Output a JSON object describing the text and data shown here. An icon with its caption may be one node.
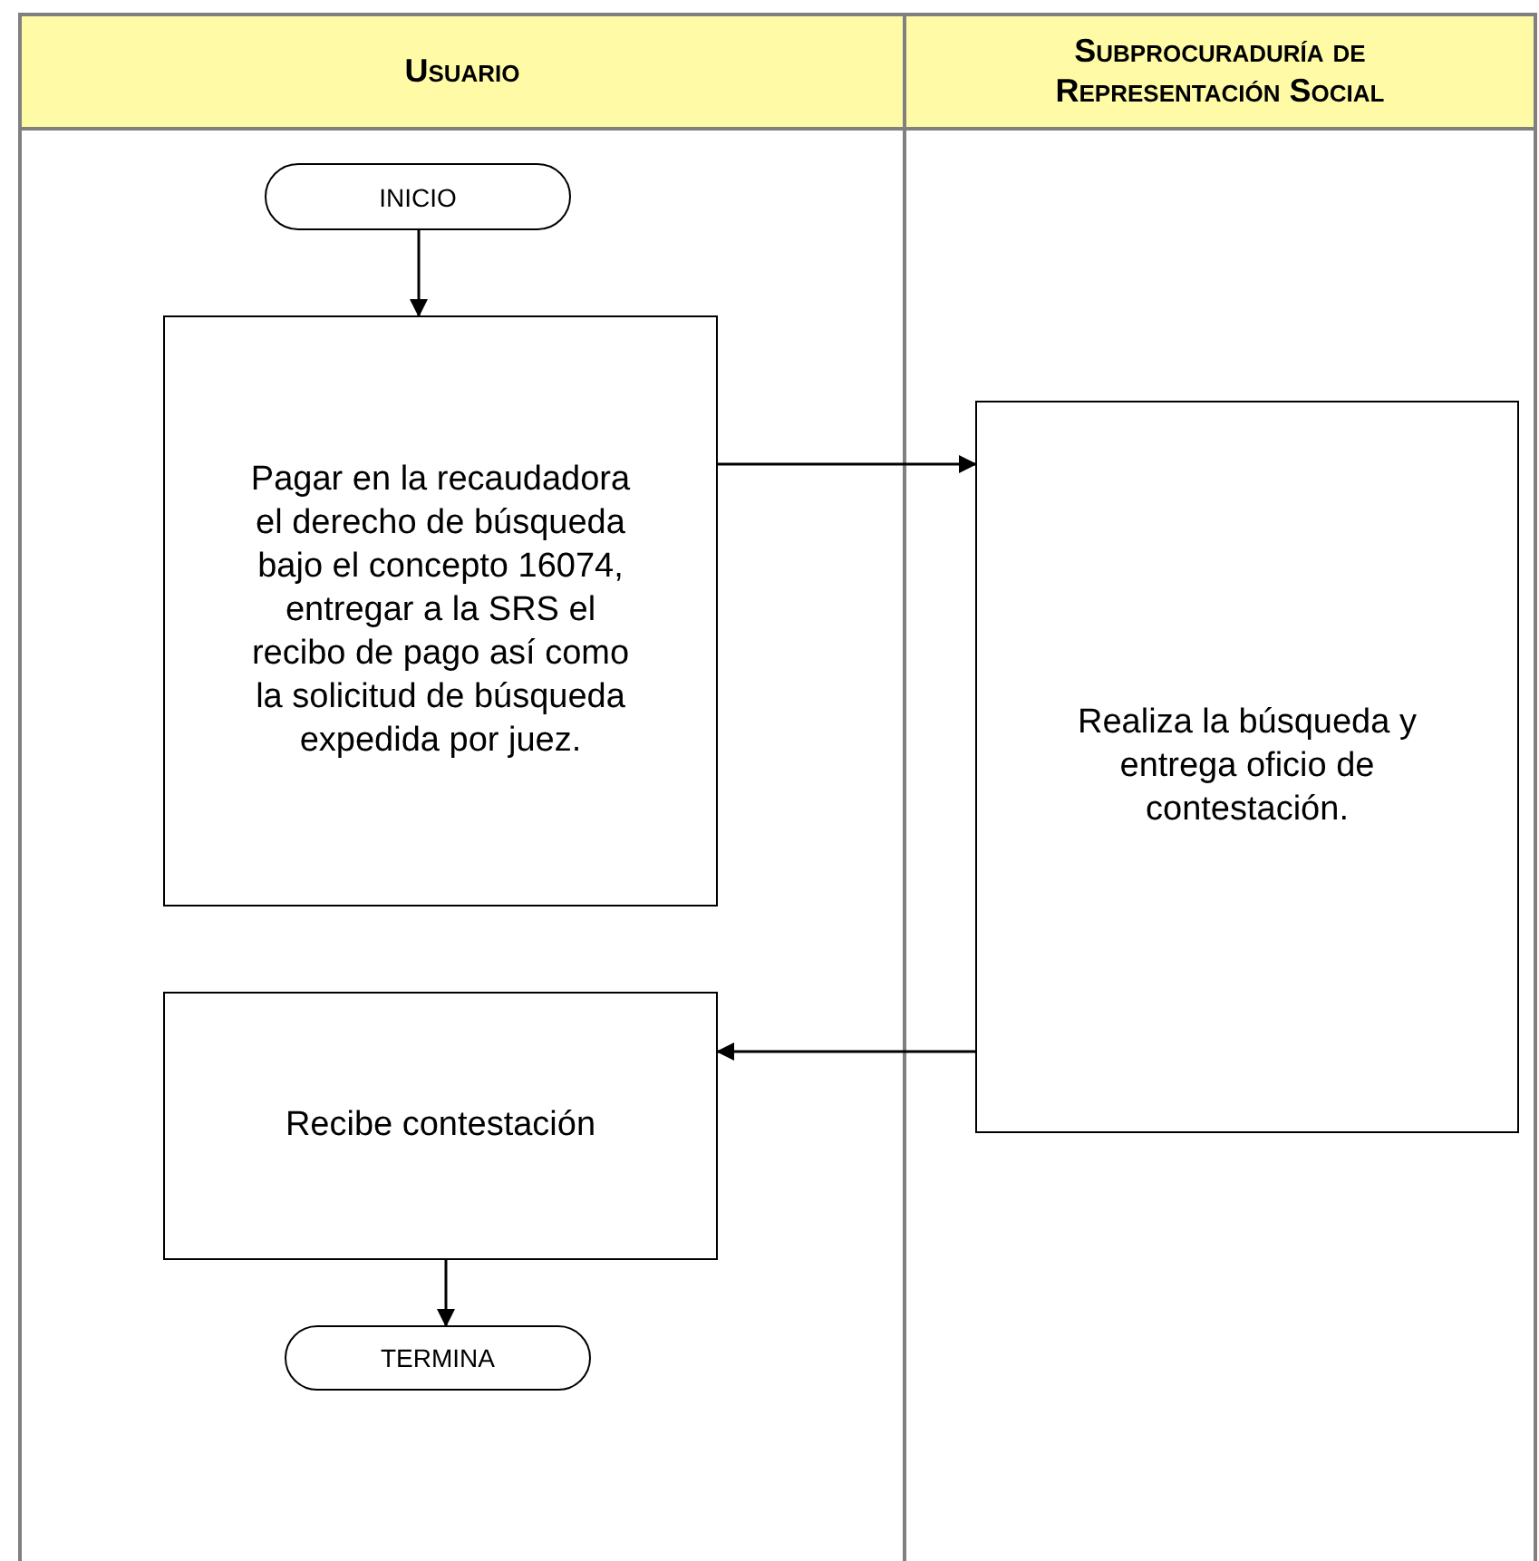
{
  "diagram": {
    "nodes": [
      {
        "text": [
          "Usuario"
        ]
      },
      {
        "text": [
          "Subprocuraduría de Representación Social"
        ]
      },
      {
        "text": [
          "INICIO"
        ],
        "in": 0
      },
      {
        "text": [
          "Pagar en la recaudadora el derecho de búsqueda bajo el concepto 16074, entregar a la SRS el recibo de pago así como la solicitud de búsqueda expedida por juez."
        ],
        "in": 0
      },
      {
        "text": [
          "Realiza la búsqueda y entrega oficio de contestación."
        ],
        "in": 1
      },
      {
        "text": [
          "Recibe contestación"
        ],
        "in": 0
      },
      {
        "text": [
          "TERMINA"
        ],
        "in": 0
      }
    ],
    "edges": [
      {
        "from": 2,
        "to": 3,
        "arrow": "to"
      },
      {
        "from": 3,
        "to": 4,
        "arrow": "to"
      },
      {
        "from": 4,
        "to": 5,
        "arrow": "to"
      },
      {
        "from": 5,
        "to": 6,
        "arrow": "to"
      }
    ]
  }
}
